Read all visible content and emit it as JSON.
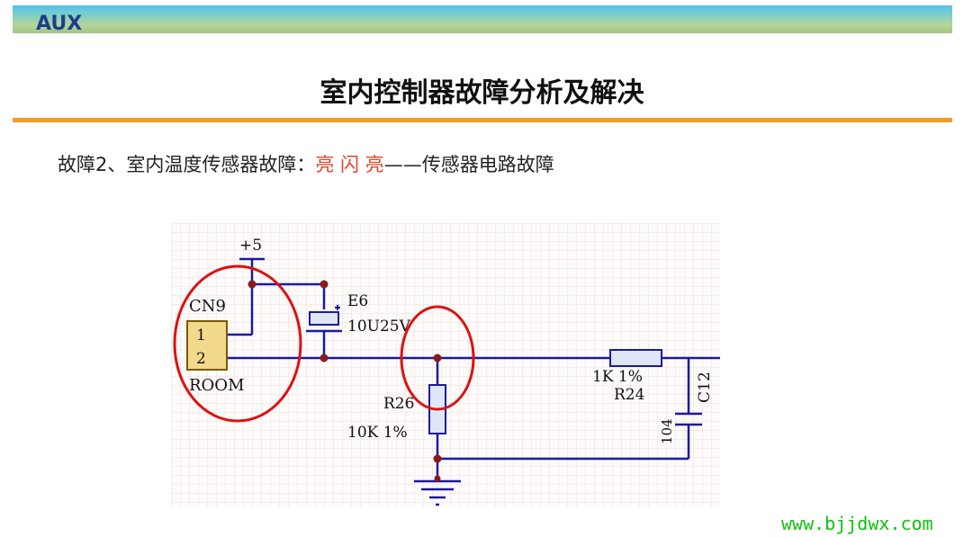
{
  "header": {
    "logo": "AUX"
  },
  "slide": {
    "title": "室内控制器故障分析及解决",
    "subtitle_prefix": "故障2、室内温度传感器故障：",
    "subtitle_highlight": "亮 闪 亮",
    "subtitle_suffix": "——传感器电路故障"
  },
  "schematic": {
    "supply": "+5",
    "connector_ref": "CN9",
    "pin1": "1",
    "pin2": "2",
    "connector_name": "ROOM",
    "cap_e6_ref": "E6",
    "cap_e6_value": "10U25V",
    "r26_ref": "R26",
    "r26_value": "10K 1%",
    "r24_value": "1K 1%",
    "r24_ref": "R24",
    "c12_ref": "C12",
    "c12_value": "104"
  },
  "footer": {
    "watermark": "www.bjjdwx.com"
  },
  "colors": {
    "wire": "#1a1aa0",
    "junction": "#8a1a1a",
    "highlight": "#e2432c",
    "circle": "#dd1111",
    "watermark": "#10c010"
  }
}
